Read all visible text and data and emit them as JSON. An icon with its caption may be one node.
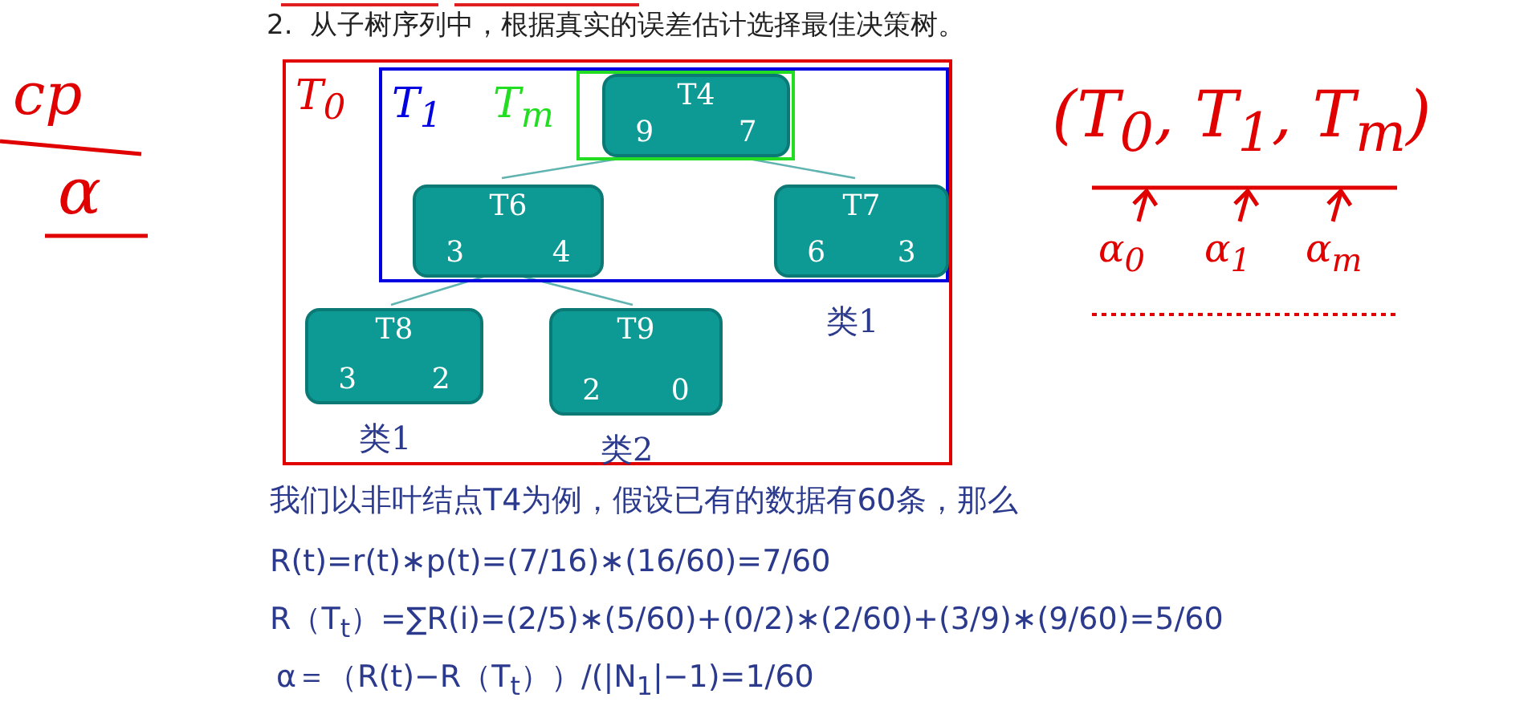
{
  "diagram": {
    "title": "2.  从子树序列中，根据真实的误差估计选择最佳决策树。",
    "nodes": [
      {
        "text": [
          "T$_{0}$"
        ]
      },
      {
        "text": [
          "T$_{1}$"
        ],
        "in": 0
      },
      {
        "text": [
          "T$_{m}$"
        ],
        "in": 1
      },
      {
        "text": [
          "T4",
          "9 7"
        ],
        "in": 2
      },
      {
        "text": [
          "T6",
          "3 4"
        ],
        "in": 1
      },
      {
        "text": [
          "T7",
          "6 3"
        ],
        "in": 1,
        "beside": [
          "类1"
        ]
      },
      {
        "text": [
          "T8",
          "3 2"
        ],
        "in": 0,
        "beside": [
          "类1"
        ]
      },
      {
        "text": [
          "T9",
          "2 0"
        ],
        "in": 0,
        "beside": [
          "类2"
        ]
      }
    ],
    "edges": [
      {
        "from": 3,
        "to": 4,
        "arrow": "none"
      },
      {
        "from": 3,
        "to": 5,
        "arrow": "none"
      },
      {
        "from": 4,
        "to": 6,
        "arrow": "none"
      },
      {
        "from": 4,
        "to": 7,
        "arrow": "none"
      }
    ],
    "labels": [
      "我们以非叶结点T4为例，假设已有的数据有60条，那么",
      "R(t)=r(t)∗p(t)=(7/16)∗(16/60)=7/60",
      "R（T$_{t}$）=∑R(i)=(2/5)∗(5/60)+(0/2)∗(2/60)+(3/9)∗(9/60)=5/60",
      "α＝（R(t)−R（T$_{t}$））/(|N$_{1}$|−1)=1/60",
      "cp",
      "α",
      "(T$_{0}$, T$_{1}$, T$_{m}$)",
      "α$_{0}$",
      "α$_{1}$",
      "α$_{m}$"
    ]
  }
}
